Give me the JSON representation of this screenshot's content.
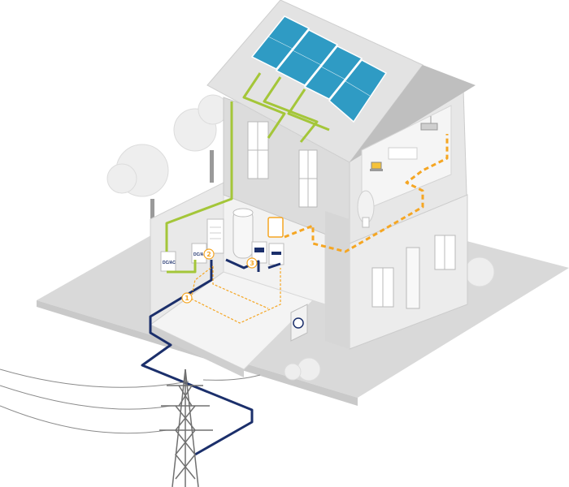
{
  "diagram": {
    "markers": [
      {
        "id": "1",
        "label": "1"
      },
      {
        "id": "2",
        "label": "2"
      },
      {
        "id": "3",
        "label": "3"
      }
    ],
    "devices": {
      "inverter_1_label": "DC/AC",
      "inverter_2_label": "DC/AC",
      "storage_brand": "",
      "router_label": "",
      "meter_label": ""
    },
    "icons": [
      "solar-panel-icon",
      "power-pylon-icon",
      "heat-pump-icon",
      "water-tank-icon",
      "wallbox-icon",
      "router-icon",
      "laptop-icon",
      "plant-icon",
      "tree-icon"
    ],
    "colors": {
      "dc_line": "#a4c639",
      "grid_line": "#1b2f6b",
      "data_line": "#f5a623",
      "solar_panel": "#2f9bc4",
      "building": "#e6e6e6",
      "ground": "#d9d9d9"
    }
  }
}
